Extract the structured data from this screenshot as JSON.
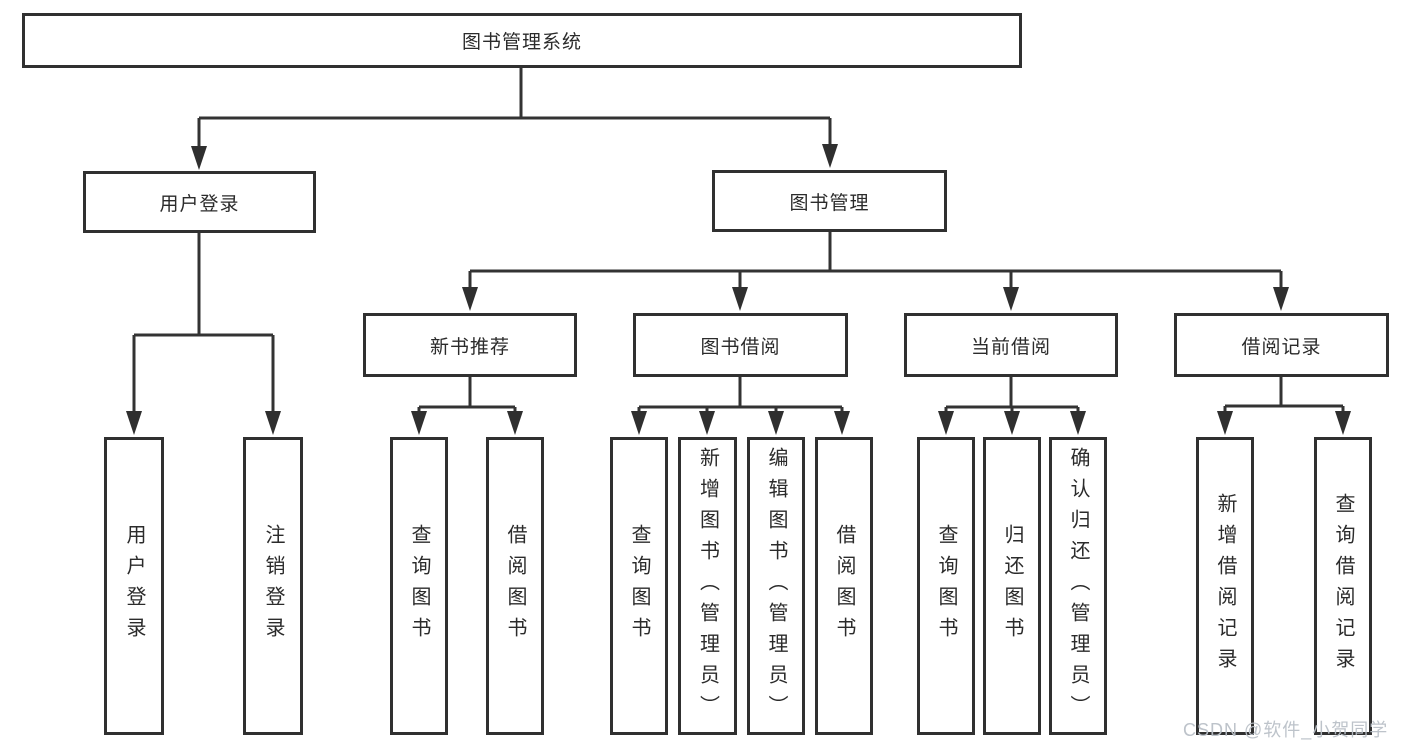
{
  "diagram": {
    "root": {
      "label": "图书管理系统"
    },
    "user_login": {
      "label": "用户登录",
      "children": [
        "用户登录",
        "注销登录"
      ]
    },
    "book_management": {
      "label": "图书管理"
    },
    "new_book_recommendation": {
      "label": "新书推荐",
      "children": [
        "查询图书",
        "借阅图书"
      ]
    },
    "book_borrowing": {
      "label": "图书借阅",
      "children": [
        "查询图书",
        "新增图书（管理员）",
        "编辑图书（管理员）",
        "借阅图书"
      ]
    },
    "current_borrowing": {
      "label": "当前借阅",
      "children": [
        "查询图书",
        "归还图书",
        "确认归还（管理员）"
      ]
    },
    "borrowing_records": {
      "label": "借阅记录",
      "children": [
        "新增借阅记录",
        "查询借阅记录"
      ]
    },
    "colors": {
      "line": "#333333",
      "box_border": "#303030",
      "background": "#ffffff",
      "text": "#2b2b2b",
      "watermark": "#b9c0c7"
    }
  },
  "watermark": {
    "text": "CSDN @软件_小贺同学"
  }
}
